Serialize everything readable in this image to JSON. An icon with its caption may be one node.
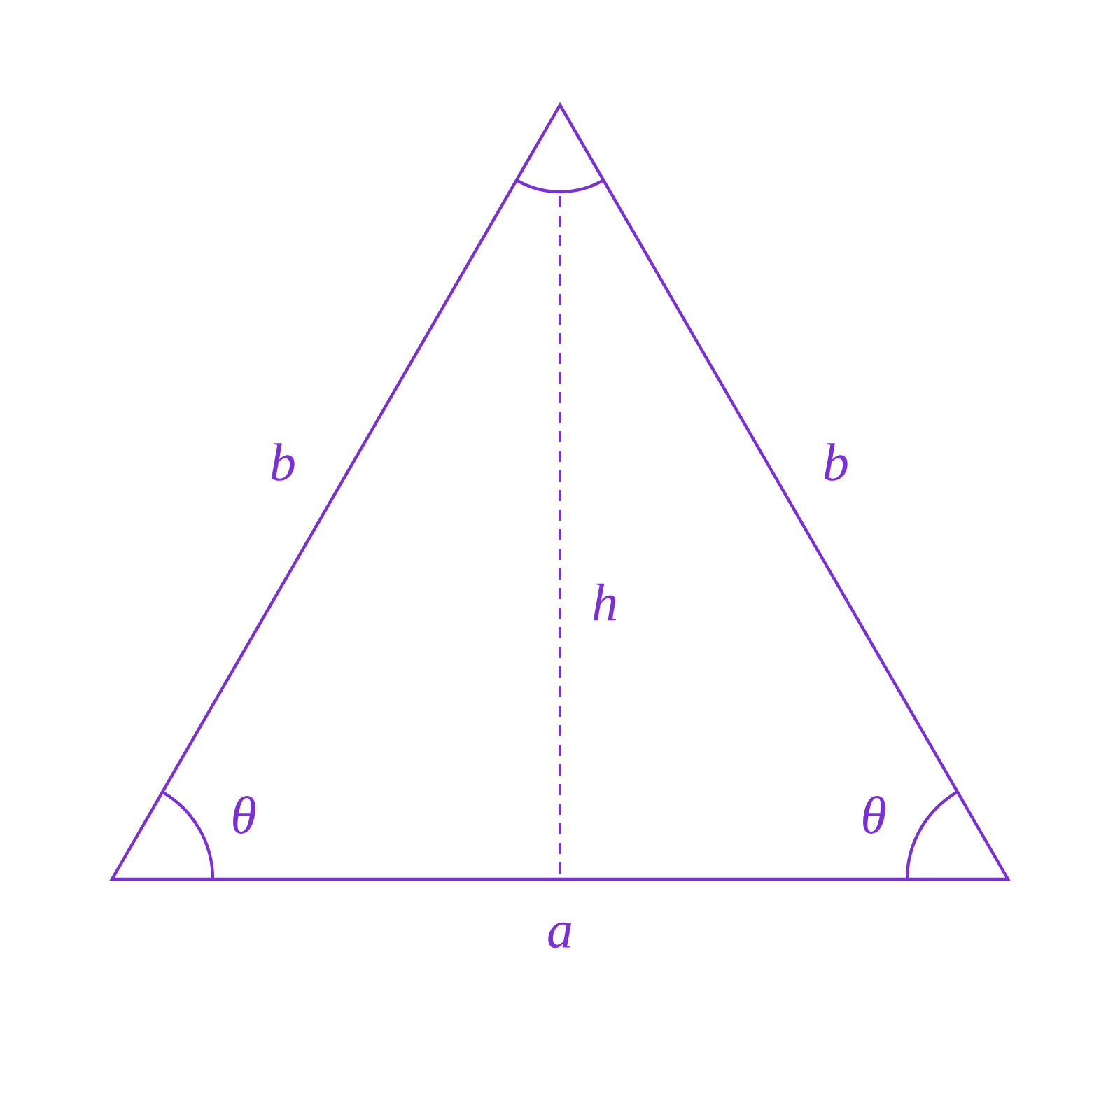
{
  "diagram": {
    "labels": [
      "b",
      "b",
      "h",
      "θ",
      "θ",
      "a"
    ]
  }
}
